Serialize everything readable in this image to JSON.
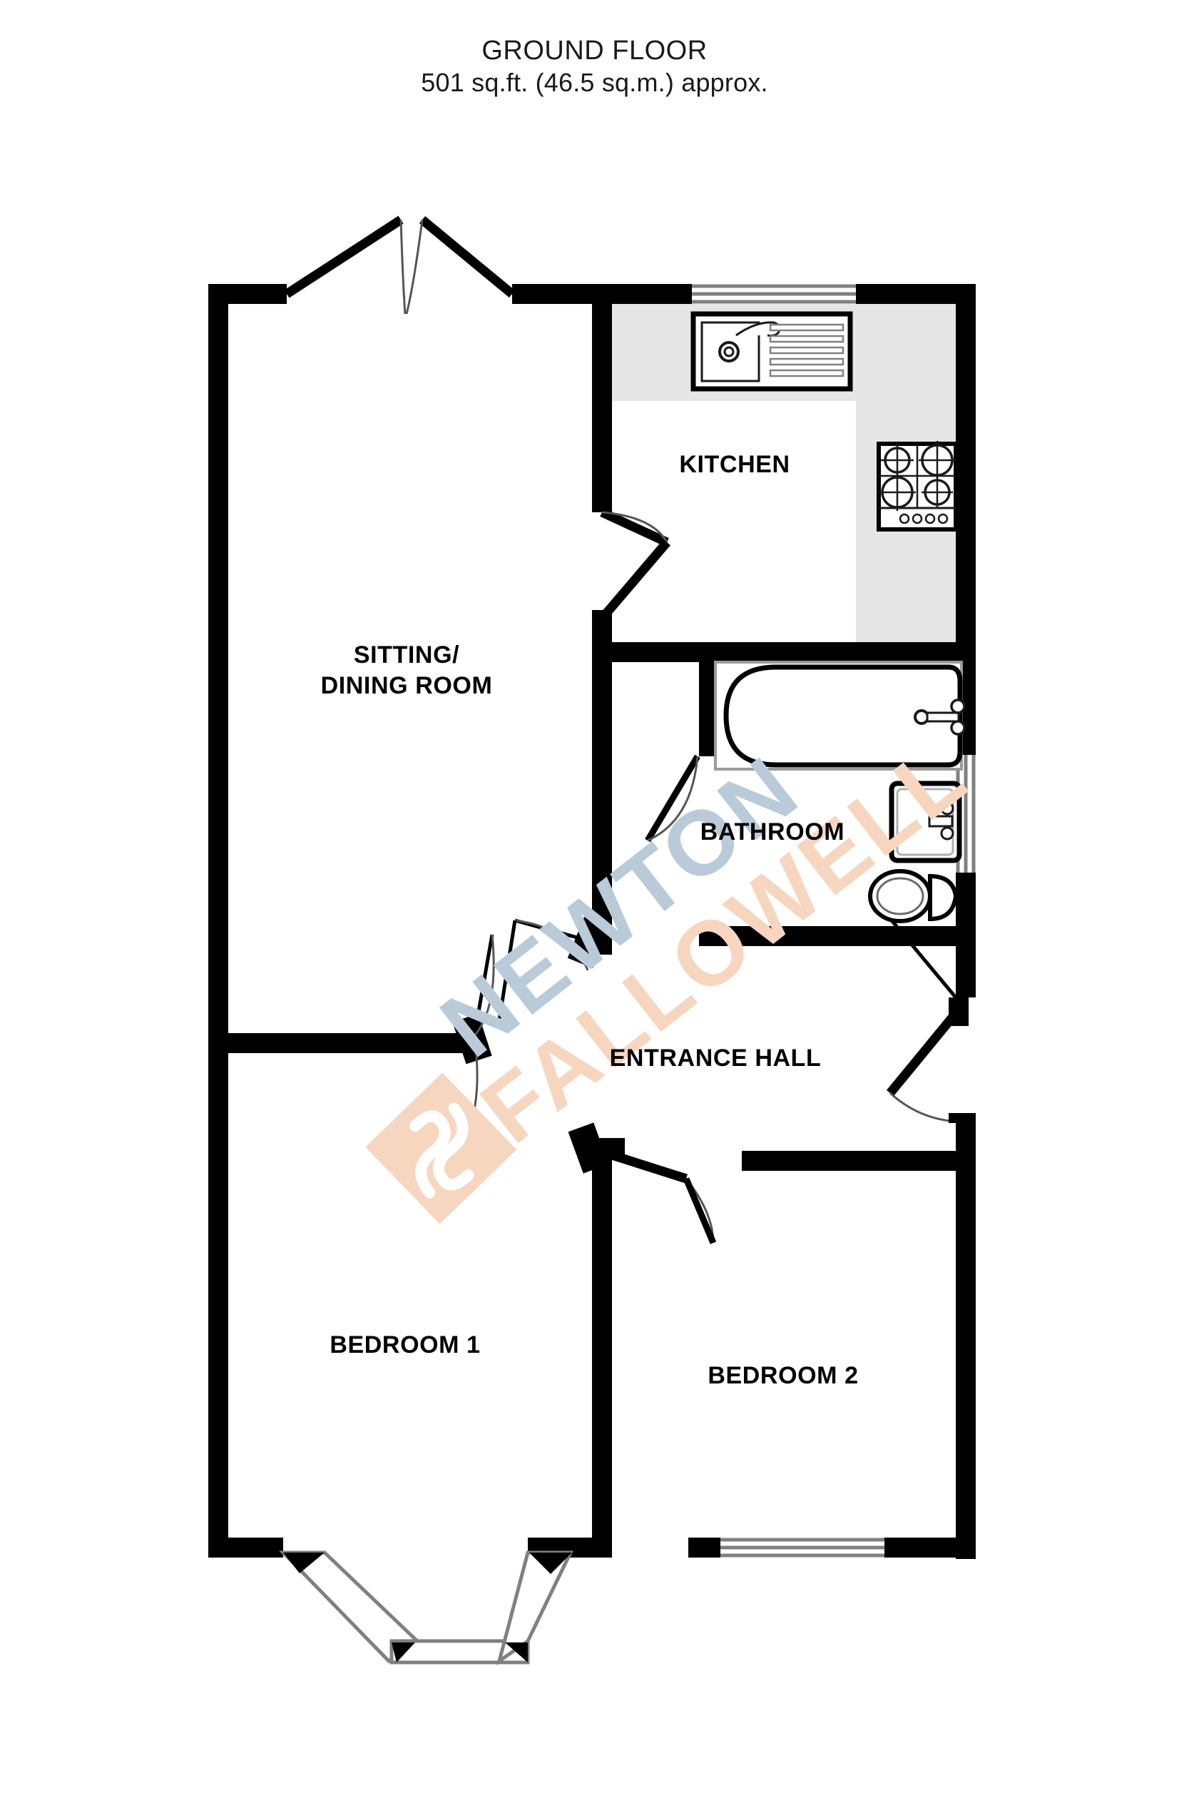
{
  "document": {
    "type": "floor-plan",
    "title": "GROUND FLOOR",
    "area_text": "501 sq.ft. (46.5 sq.m.) approx."
  },
  "rooms": [
    {
      "id": "kitchen",
      "label": "KITCHEN"
    },
    {
      "id": "sitting_dining",
      "label_line1": "SITTING/",
      "label_line2": "DINING ROOM"
    },
    {
      "id": "bathroom",
      "label": "BATHROOM"
    },
    {
      "id": "entrance_hall",
      "label": "ENTRANCE HALL"
    },
    {
      "id": "bedroom_1",
      "label": "BEDROOM 1"
    },
    {
      "id": "bedroom_2",
      "label": "BEDROOM 2"
    }
  ],
  "watermark": {
    "line1": "NEWTON",
    "line2": "FALLOWELL",
    "line1_color": "#b9cbd8",
    "line2_color": "#f7d6c0",
    "logo_color": "#f7d6c0",
    "rotation_deg": -38
  },
  "fixtures": [
    {
      "id": "kitchen-sink",
      "name": "sink-with-drainer",
      "room": "kitchen"
    },
    {
      "id": "kitchen-hob",
      "name": "four-burner-hob",
      "room": "kitchen"
    },
    {
      "id": "bath-tub",
      "name": "bathtub",
      "room": "bathroom"
    },
    {
      "id": "wash-basin",
      "name": "wash-basin",
      "room": "bathroom"
    },
    {
      "id": "toilet",
      "name": "toilet",
      "room": "bathroom"
    }
  ],
  "openings": [
    {
      "id": "patio-doors",
      "name": "double-french-doors",
      "room": "sitting_dining"
    },
    {
      "id": "kitchen-window",
      "name": "window",
      "room": "kitchen"
    },
    {
      "id": "bathroom-window",
      "name": "window",
      "room": "bathroom"
    },
    {
      "id": "bay-window",
      "name": "bay-window",
      "room": "bedroom_1"
    },
    {
      "id": "bed2-window",
      "name": "window",
      "room": "bedroom_2"
    },
    {
      "id": "front-door",
      "name": "front-door",
      "room": "entrance_hall"
    },
    {
      "id": "kitchen-door",
      "name": "internal-door",
      "room": "kitchen"
    },
    {
      "id": "bathroom-door",
      "name": "internal-door",
      "room": "bathroom"
    },
    {
      "id": "sitting-door",
      "name": "internal-door",
      "room": "sitting_dining"
    },
    {
      "id": "bed1-door",
      "name": "internal-door",
      "room": "bedroom_1"
    },
    {
      "id": "bed2-door",
      "name": "internal-door",
      "room": "bedroom_2"
    }
  ],
  "colors": {
    "wall": "#000000",
    "worktop": "#e6e6e6",
    "window_frame": "#808080",
    "background": "#ffffff"
  }
}
